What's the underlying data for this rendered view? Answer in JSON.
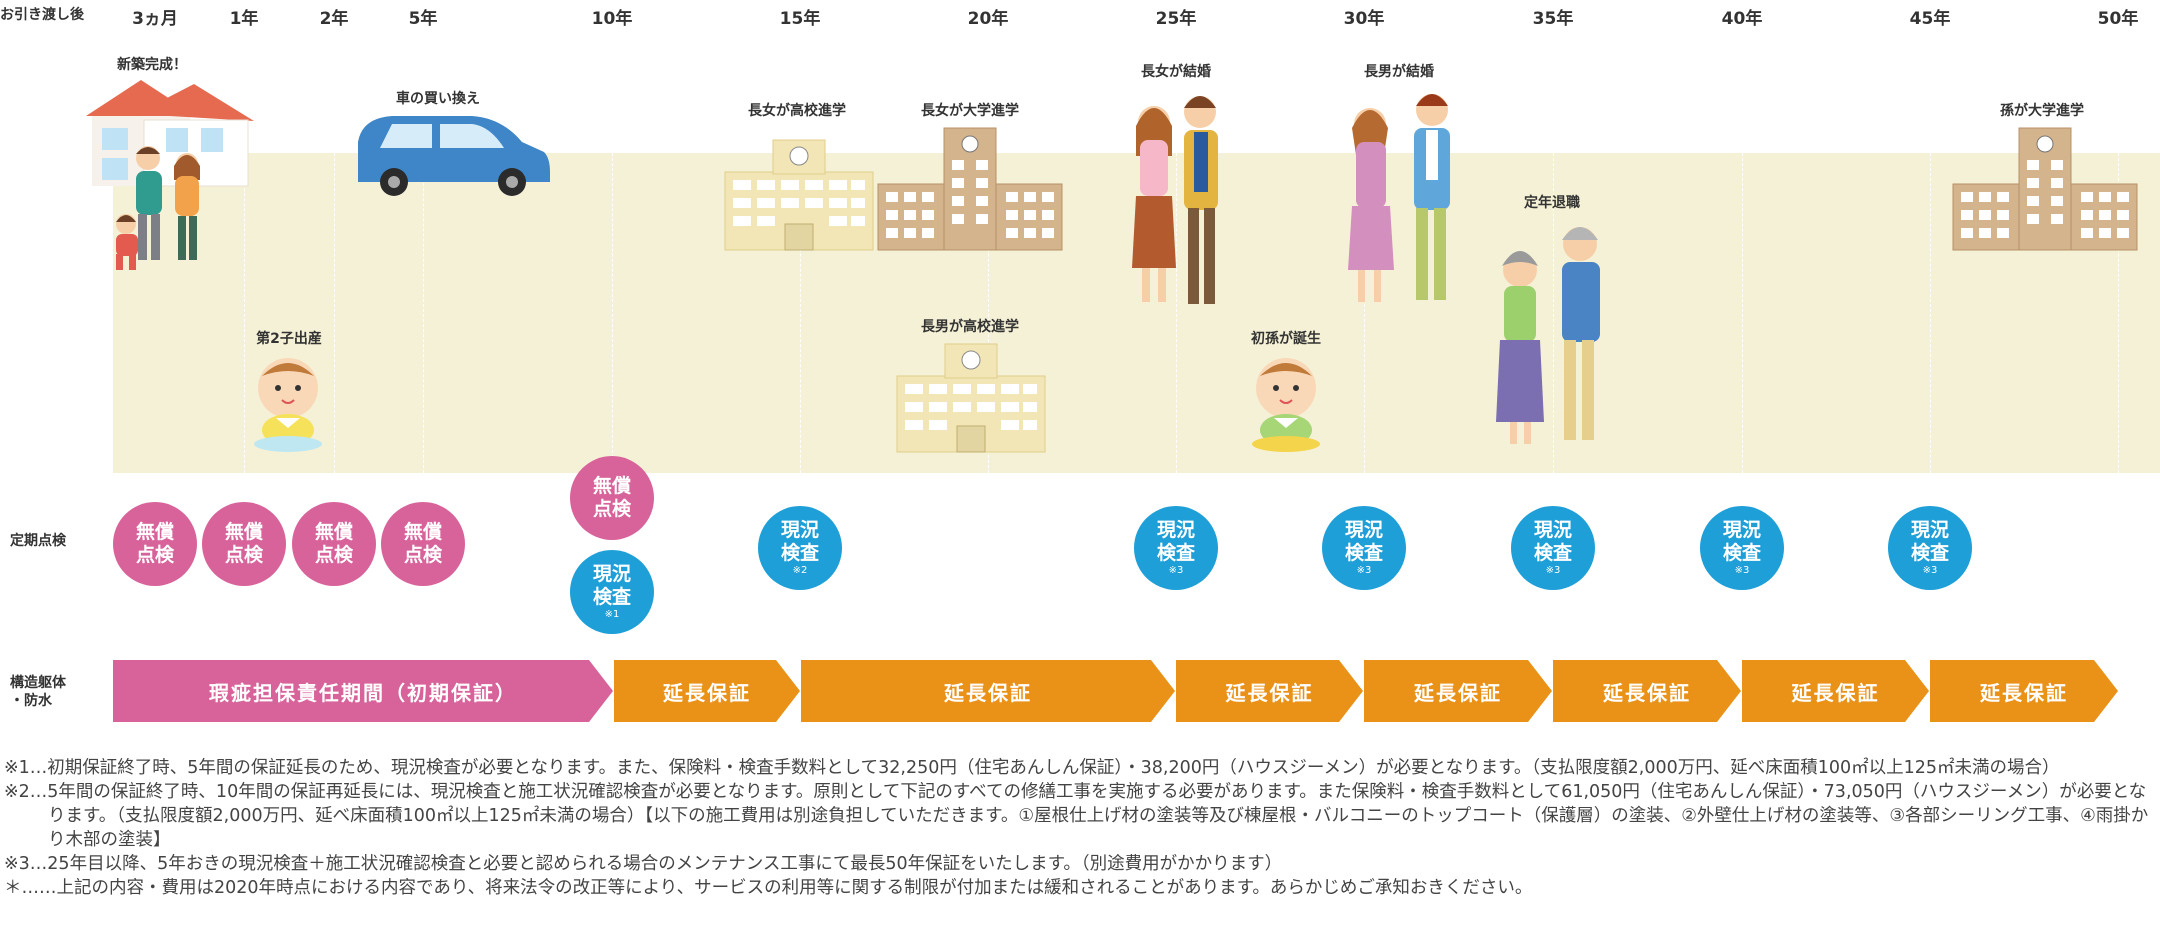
{
  "header": {
    "left_label": "お引き渡し後",
    "ticks": [
      "3ヵ月",
      "1年",
      "2年",
      "5年",
      "10年",
      "15年",
      "20年",
      "25年",
      "30年",
      "35年",
      "40年",
      "45年",
      "50年"
    ]
  },
  "events": {
    "new_home": "新築完成！",
    "car": "車の買い換え",
    "second_child": "第2子出産",
    "daughter_hs": "長女が高校進学",
    "daughter_univ": "長女が大学進学",
    "son_hs": "長男が高校進学",
    "daughter_married": "長女が結婚",
    "first_grandchild": "初孫が誕生",
    "son_married": "長男が結婚",
    "retirement": "定年退職",
    "grandchild_univ": "孫が大学進学"
  },
  "rows": {
    "inspection_label": "定期点検",
    "structure_label_1": "構造躯体",
    "structure_label_2": "・防水"
  },
  "inspections": {
    "free": "無償\n点検",
    "free_l1": "無償",
    "free_l2": "点検",
    "survey_l1": "現況",
    "survey_l2": "検査",
    "note1": "※1",
    "note2": "※2",
    "note3": "※3"
  },
  "warranty": {
    "initial": "瑕疵担保責任期間（初期保証）",
    "extended": "延長保証"
  },
  "footnotes": {
    "n1": "※1…初期保証終了時、5年間の保証延長のため、現況検査が必要となります。また、保険料・検査手数料として32,250円（住宅あんしん保証）・38,200円（ハウスジーメン）が必要となります。（支払限度額2,000万円、延べ床面積100㎡以上125㎡未満の場合）",
    "n2": "※2…5年間の保証終了時、10年間の保証再延長には、現況検査と施工状況確認検査が必要となります。原則として下記のすべての修繕工事を実施する必要があります。また保険料・検査手数料として61,050円（住宅あんしん保証）・73,050円（ハウスジーメン）が必要となります。（支払限度額2,000万円、延べ床面積100㎡以上125㎡未満の場合）【以下の施工費用は別途負担していただきます。①屋根仕上げ材の塗装等及び棟屋根・バルコニーのトップコート（保護層）の塗装、②外壁仕上げ材の塗装等、③各部シーリング工事、④雨掛かり木部の塗装】",
    "n3": "※3…25年目以降、5年おきの現況検査＋施工状況確認検査と必要と認められる場合のメンテナンス工事にて最長50年保証をいたします。（別途費用がかかります）",
    "n4": "＊……上記の内容・費用は2020年時点における内容であり、将来法令の改正等により、サービスの利用等に関する制限が付加または緩和されることがあります。あらかじめご承知おきください。"
  },
  "colors": {
    "pink": "#d8639b",
    "blue": "#1e9fd8",
    "orange": "#ea9217",
    "band": "#f5f1d6"
  }
}
